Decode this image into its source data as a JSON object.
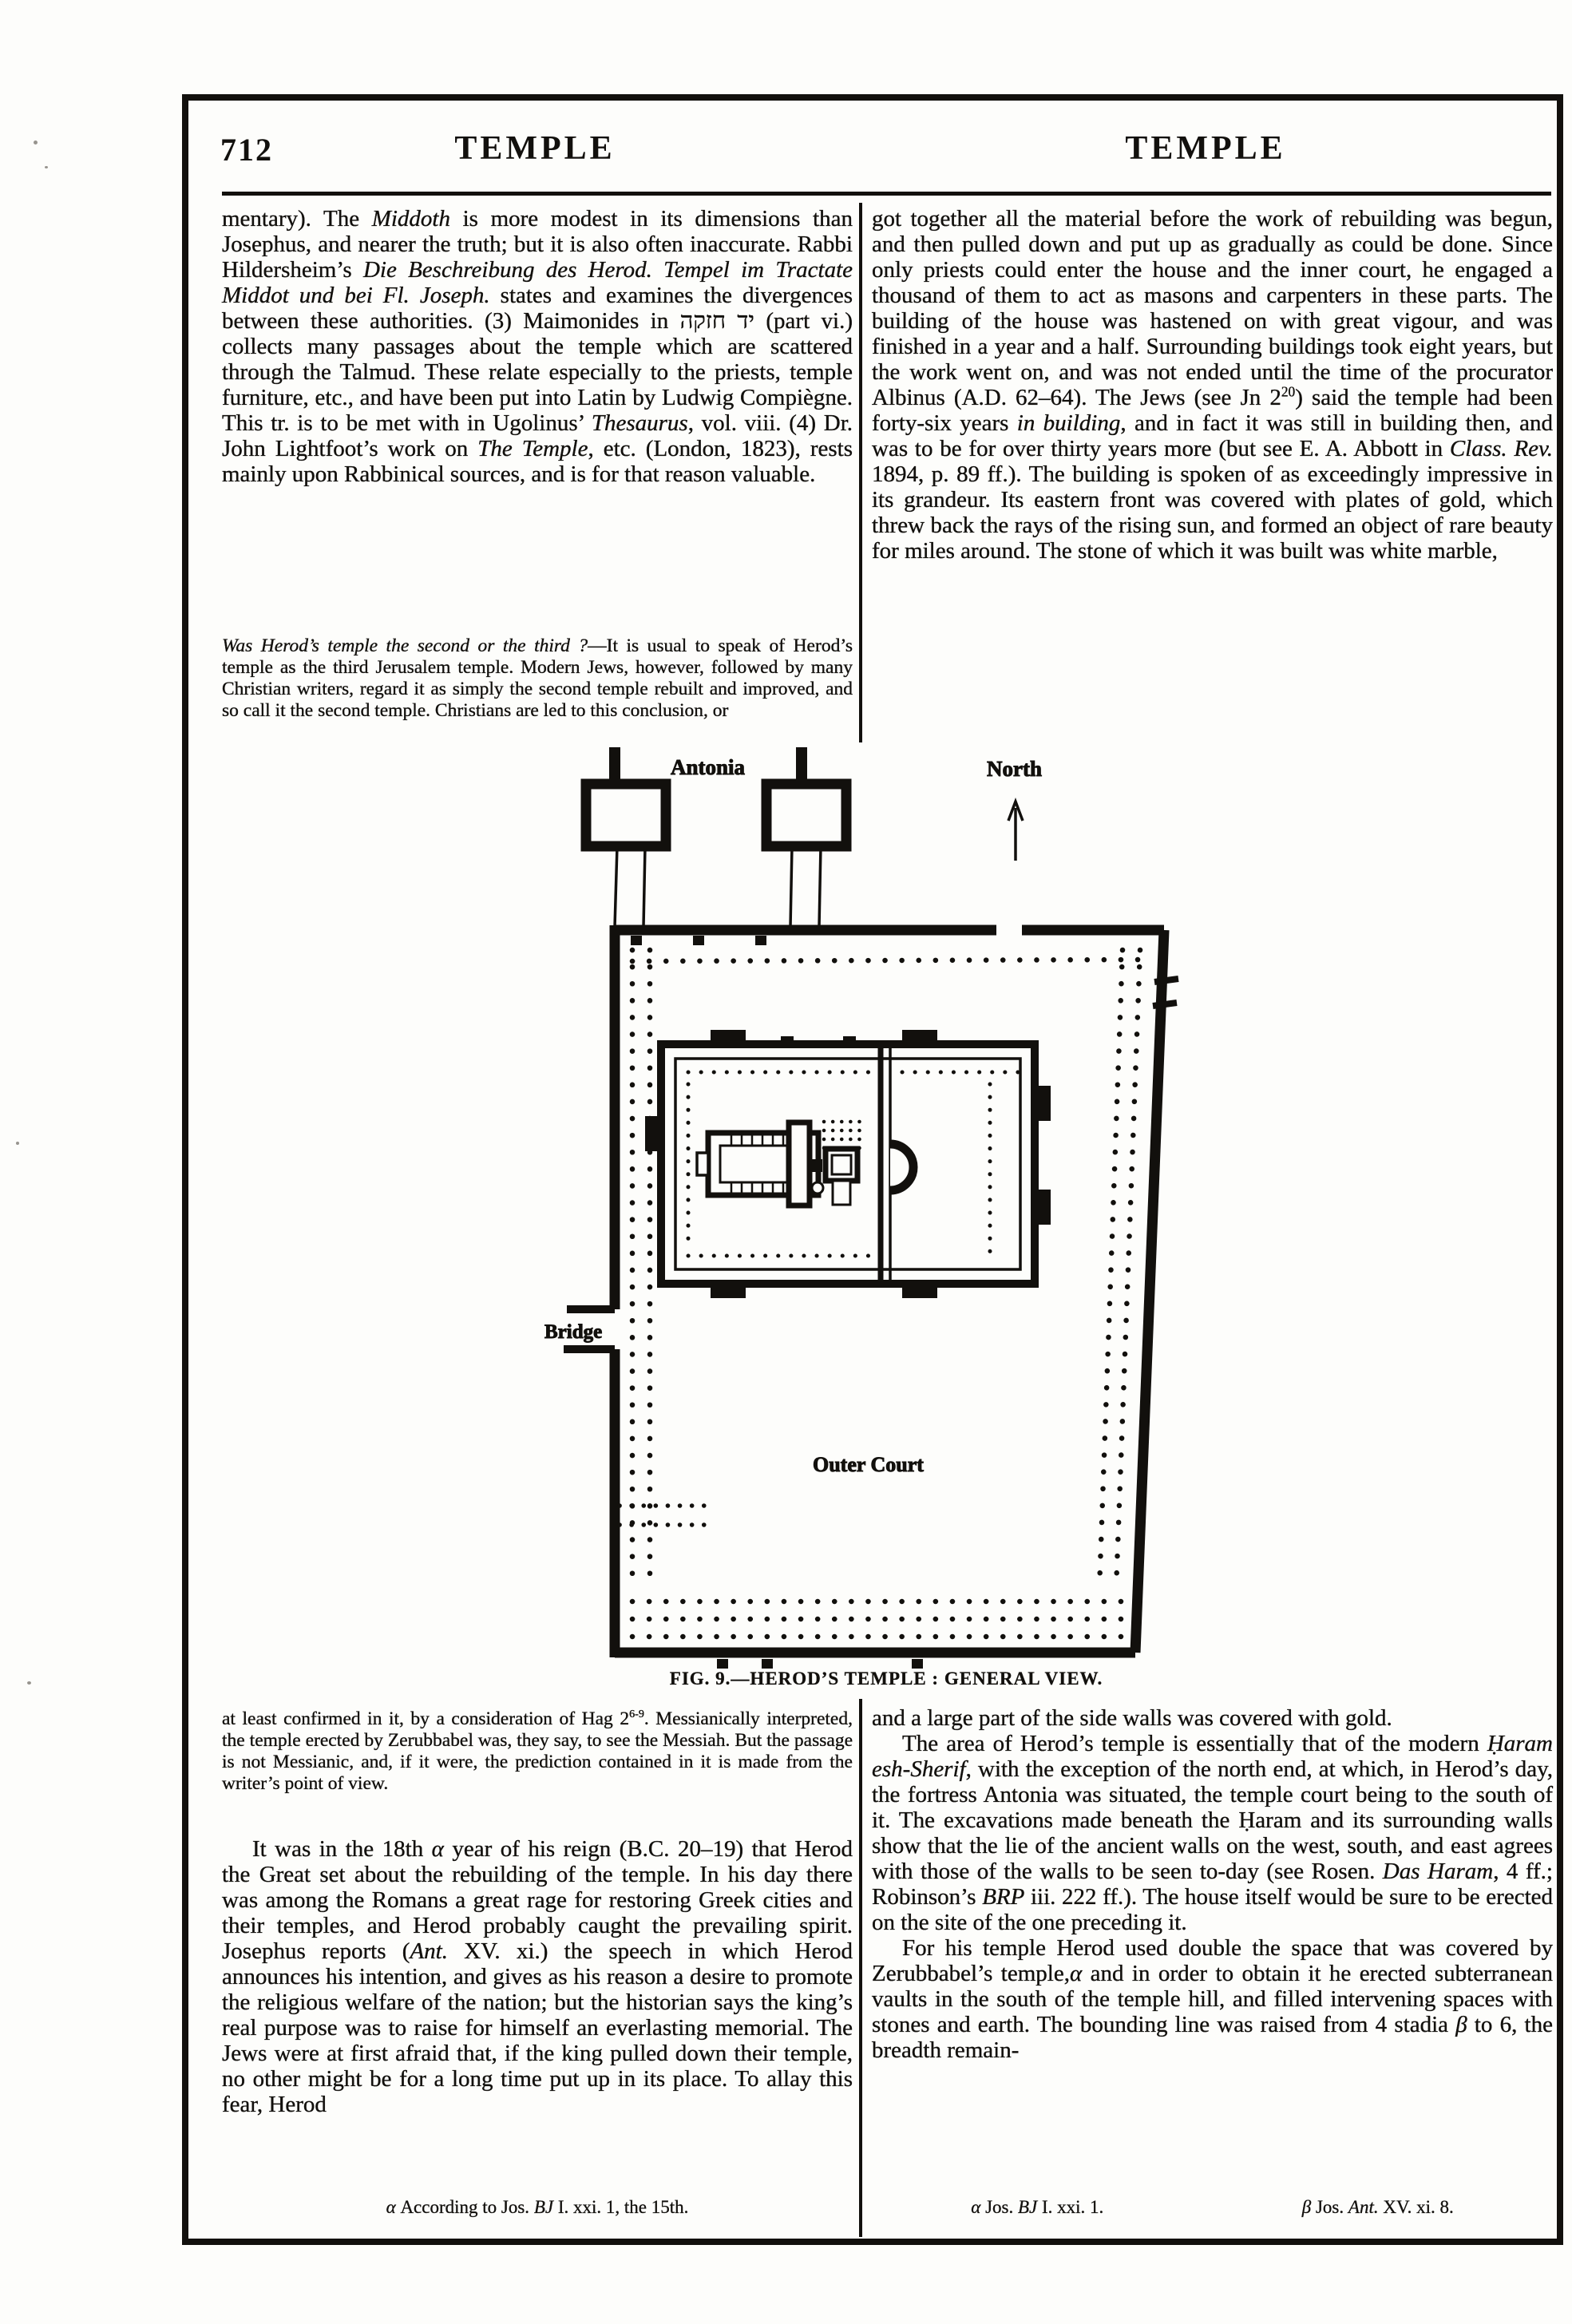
{
  "page": {
    "number": "712",
    "running_head_left": "TEMPLE",
    "running_head_right": "TEMPLE"
  },
  "left_top": {
    "para1": [
      {
        "t": "mentary).  The "
      },
      {
        "t": "Middoth",
        "i": 1
      },
      {
        "t": " is more modest in its dimensions than Josephus, and nearer the truth; but it is also often inaccurate.  Rabbi Hildersheim’s "
      },
      {
        "t": "Die Beschreibung des Herod. Tempel im Tractate Middot und bei Fl. Joseph.",
        "i": 1
      },
      {
        "t": " states and examines the divergences between these authorities. (3) Maimonides in "
      },
      {
        "t": "יד חזקה"
      },
      {
        "t": " (part vi.) collects many passages about the temple which are scattered through the Talmud.  These relate especially to the priests, temple furniture, etc., and have been put into Latin by Ludwig Compiègne.  This tr. is to be met with in Ugolinus’ "
      },
      {
        "t": "Thesaurus",
        "i": 1
      },
      {
        "t": ", vol. viii. (4) Dr. John Lightfoot’s work on "
      },
      {
        "t": "The Temple",
        "i": 1
      },
      {
        "t": ", etc. (London, 1823), rests mainly upon Rabbinical sources, and is for that reason valuable."
      }
    ],
    "small_print": [
      {
        "t": "Was Herod’s temple the second or the third ?",
        "i": 1
      },
      {
        "t": "—It is usual to speak of Herod’s temple as the third Jerusalem temple.  Modern Jews, however, followed by many Christian writers, regard it as simply the second temple rebuilt and improved, and so call it the second temple.  Christians are led to this conclusion, or"
      }
    ]
  },
  "right_top": {
    "para1": [
      {
        "t": "got together all the material before the work of rebuilding was begun, and then pulled down and put up as gradually as could be done.  Since only priests could enter the house and the inner court, he engaged a thousand of them to act as masons and carpenters in these parts.  The building of the house was hastened on with great vigour, and was finished in a year and a half.  Surrounding buildings took eight years, but the work went on, and was not ended until the time of the procurator Albinus (A.D. 62–64).  The Jews (see Jn 2"
      },
      {
        "t": "20",
        "sup": 1
      },
      {
        "t": ") said the temple had been forty-six years "
      },
      {
        "t": "in building",
        "i": 1
      },
      {
        "t": ", and in fact it was still in building then, and was to be for over thirty years more (but see E. A. Abbott in "
      },
      {
        "t": "Class. Rev.",
        "i": 1
      },
      {
        "t": " 1894, p. 89 ff.).  The building is spoken of as exceedingly impressive in its grandeur. Its eastern front was covered with plates of gold, which threw back the rays of the rising sun, and formed an object of rare beauty for miles around. The stone of which it was built was white marble,"
      }
    ]
  },
  "figure": {
    "caption": "FIG. 9.—HEROD’S TEMPLE : GENERAL VIEW.",
    "labels": {
      "antonia": "Antonia",
      "north": "North",
      "bridge": "Bridge",
      "outer_court": "Outer Court"
    }
  },
  "left_bottom": {
    "small_print": [
      {
        "t": "at least confirmed in it, by a consideration of Hag 2"
      },
      {
        "t": "6-9",
        "sup": 1
      },
      {
        "t": ".  Messianically interpreted, the temple erected by Zerubbabel was, they say, to see the Messiah.  But the passage is not Messianic, and, if it were, the prediction contained in it is made from the writer’s point of view."
      }
    ],
    "para1": [
      {
        "t": "It was in the 18th "
      },
      {
        "t": "α",
        "i": 1
      },
      {
        "t": " year of his reign (B.C. 20–19) that Herod the Great set about the rebuilding of the temple.  In his day there was among the Romans a great rage for restoring Greek cities and their temples, and Herod probably caught the prevailing spirit.  Josephus reports ("
      },
      {
        "t": "Ant.",
        "i": 1
      },
      {
        "t": " XV. xi.) the speech in which Herod announces his intention, and gives as his reason a desire to promote the religious welfare of the nation; but the historian says the king’s real purpose was to raise for himself an everlasting memorial.  The Jews were at first afraid that, if the king pulled down their temple, no other might be for a long time put up in its place.  To allay this fear, Herod"
      }
    ],
    "footnote": [
      {
        "t": "α",
        "i": 1
      },
      {
        "t": " According to Jos. "
      },
      {
        "t": "BJ",
        "i": 1
      },
      {
        "t": " I. xxi. 1, the 15th."
      }
    ]
  },
  "right_bottom": {
    "para1": [
      {
        "t": "and a large part of the side walls was covered with gold."
      }
    ],
    "para2": [
      {
        "t": "The area of Herod’s temple is essentially that of the modern "
      },
      {
        "t": "Ḥaram esh-Sherif",
        "i": 1
      },
      {
        "t": ", with the exception of the north end, at which, in Herod’s day, the fortress Antonia was situated, the temple court being to the south of it.  The excavations made beneath the Ḥaram and its surrounding walls show that the lie of the ancient walls on the west, south, and east agrees with those of the walls to be seen to-day (see Rosen. "
      },
      {
        "t": "Das Haram",
        "i": 1
      },
      {
        "t": ", 4 ff.; Robinson’s "
      },
      {
        "t": "BRP",
        "i": 1
      },
      {
        "t": " iii. 222 ff.).  The house itself would be sure to be erected on the site of the one preceding it."
      }
    ],
    "para3": [
      {
        "t": "For his temple Herod used double the space that was covered by Zerubbabel’s temple,"
      },
      {
        "t": "α",
        "i": 1
      },
      {
        "t": " and in order to obtain it he erected subterranean vaults in the south of the temple hill, and filled intervening spaces with stones and earth.  The bounding line was raised from 4 stadia "
      },
      {
        "t": "β",
        "i": 1
      },
      {
        "t": " to 6, the breadth remain-"
      }
    ],
    "footnote_a": [
      {
        "t": "α",
        "i": 1
      },
      {
        "t": " Jos. "
      },
      {
        "t": "BJ",
        "i": 1
      },
      {
        "t": " I. xxi. 1."
      }
    ],
    "footnote_b": [
      {
        "t": "β",
        "i": 1
      },
      {
        "t": " Jos. "
      },
      {
        "t": "Ant.",
        "i": 1
      },
      {
        "t": " XV. xi. 8."
      }
    ]
  }
}
